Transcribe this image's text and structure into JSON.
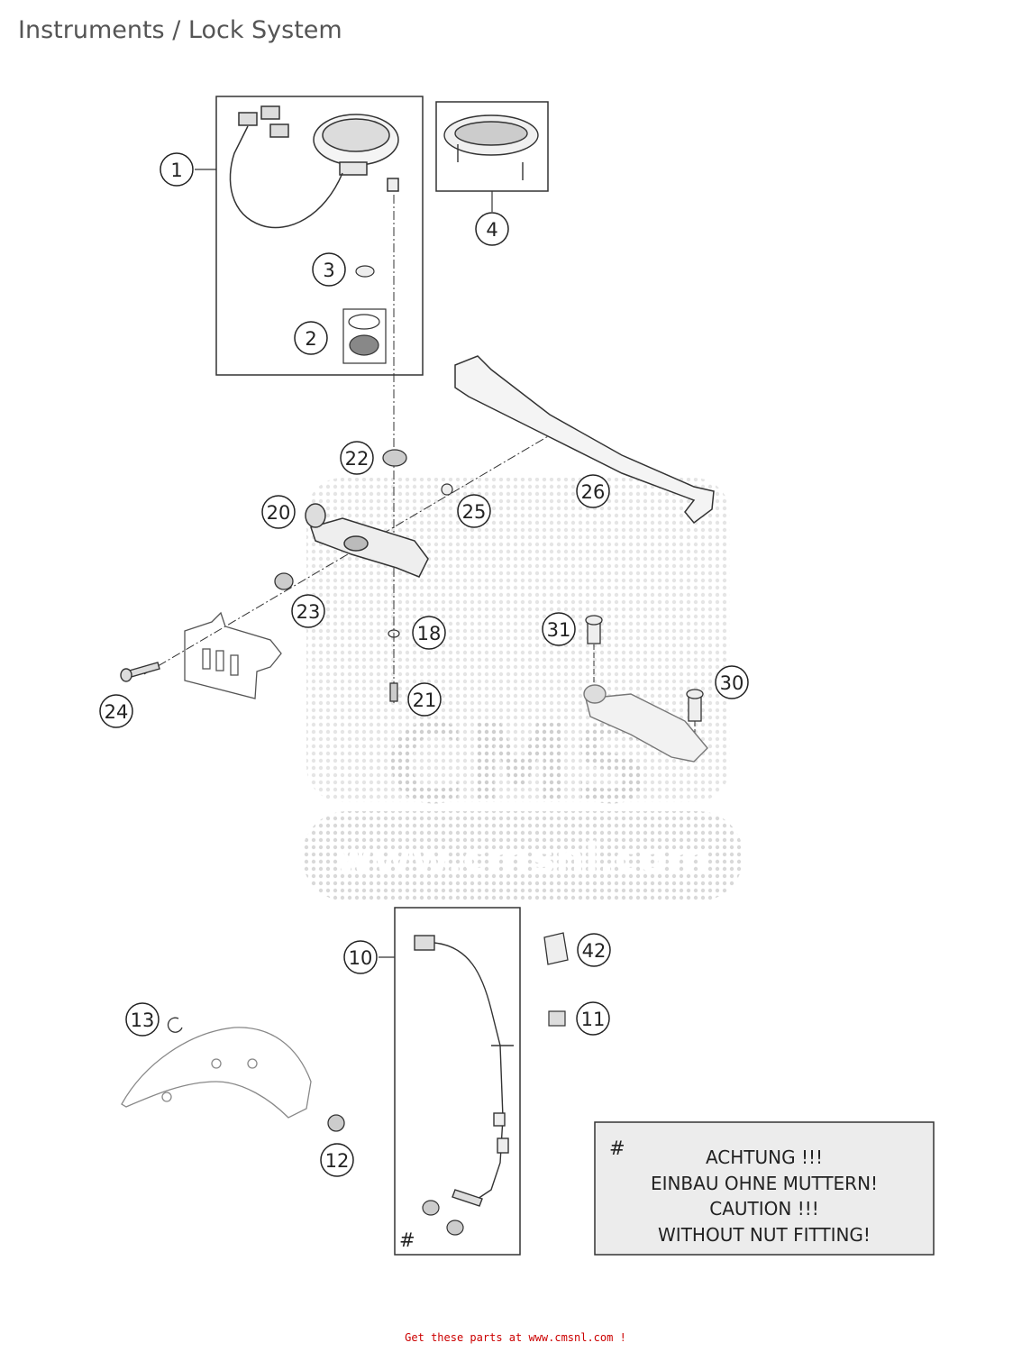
{
  "title": "Instruments / Lock System",
  "callouts": {
    "c1": "1",
    "c2": "2",
    "c3": "3",
    "c4": "4",
    "c10": "10",
    "c11": "11",
    "c12": "12",
    "c13": "13",
    "c18": "18",
    "c20": "20",
    "c21": "21",
    "c22": "22",
    "c23": "23",
    "c24": "24",
    "c25": "25",
    "c26": "26",
    "c30": "30",
    "c31": "31",
    "c42": "42"
  },
  "hash_marker": "#",
  "note": {
    "marker": "#",
    "line1": "ACHTUNG !!!",
    "line2": "EINBAU OHNE MUTTERN!",
    "line3": "CAUTION !!!",
    "line4": "WITHOUT NUT FITTING!"
  },
  "watermark": {
    "text": "CMS",
    "url": "www.cmsnl.com"
  },
  "footer": "Get these parts at www.cmsnl.com !",
  "colors": {
    "line": "#333333",
    "watermark": "#c8c8c8",
    "note_bg": "#ececec",
    "footer": "#cc0000"
  }
}
